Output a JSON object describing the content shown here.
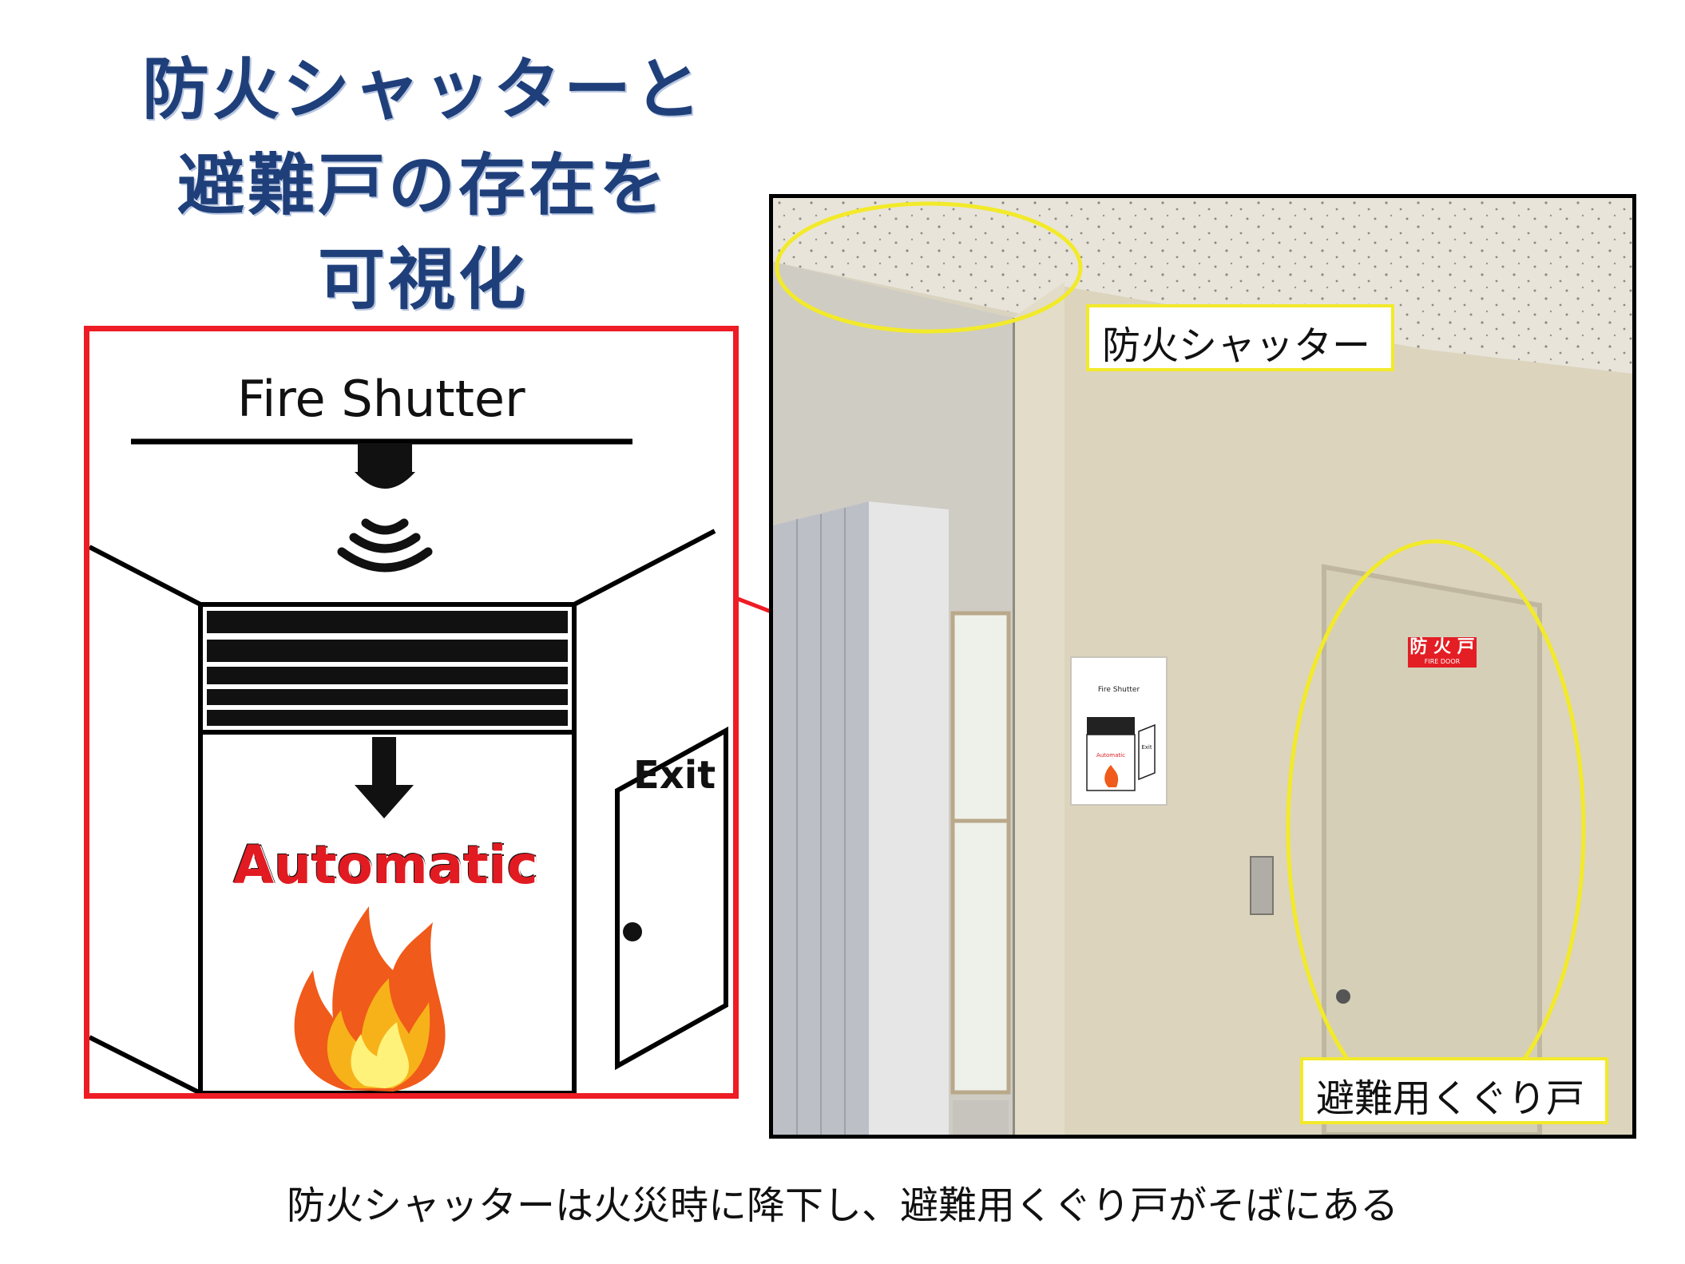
{
  "title": {
    "line1": "防火シャッターと",
    "line2": "避難戸の存在を",
    "line3": "可視化"
  },
  "diagram": {
    "fire_shutter_label": "Fire Shutter",
    "exit_label": "Exit",
    "automatic_label": "Automatic",
    "border_color": "#ee1c24"
  },
  "photo": {
    "shutter_callout": "防火シャッター",
    "door_callout": "避難用くぐり戸",
    "door_sign": "防 火 戸",
    "door_sign_sub": "FIRE DOOR",
    "poster_fire_shutter": "Fire Shutter",
    "poster_exit": "Exit",
    "poster_automatic": "Automatic",
    "highlight_color": "#f2ea2a"
  },
  "caption": "防火シャッターは火災時に降下し、避難用くぐり戸がそばにある"
}
